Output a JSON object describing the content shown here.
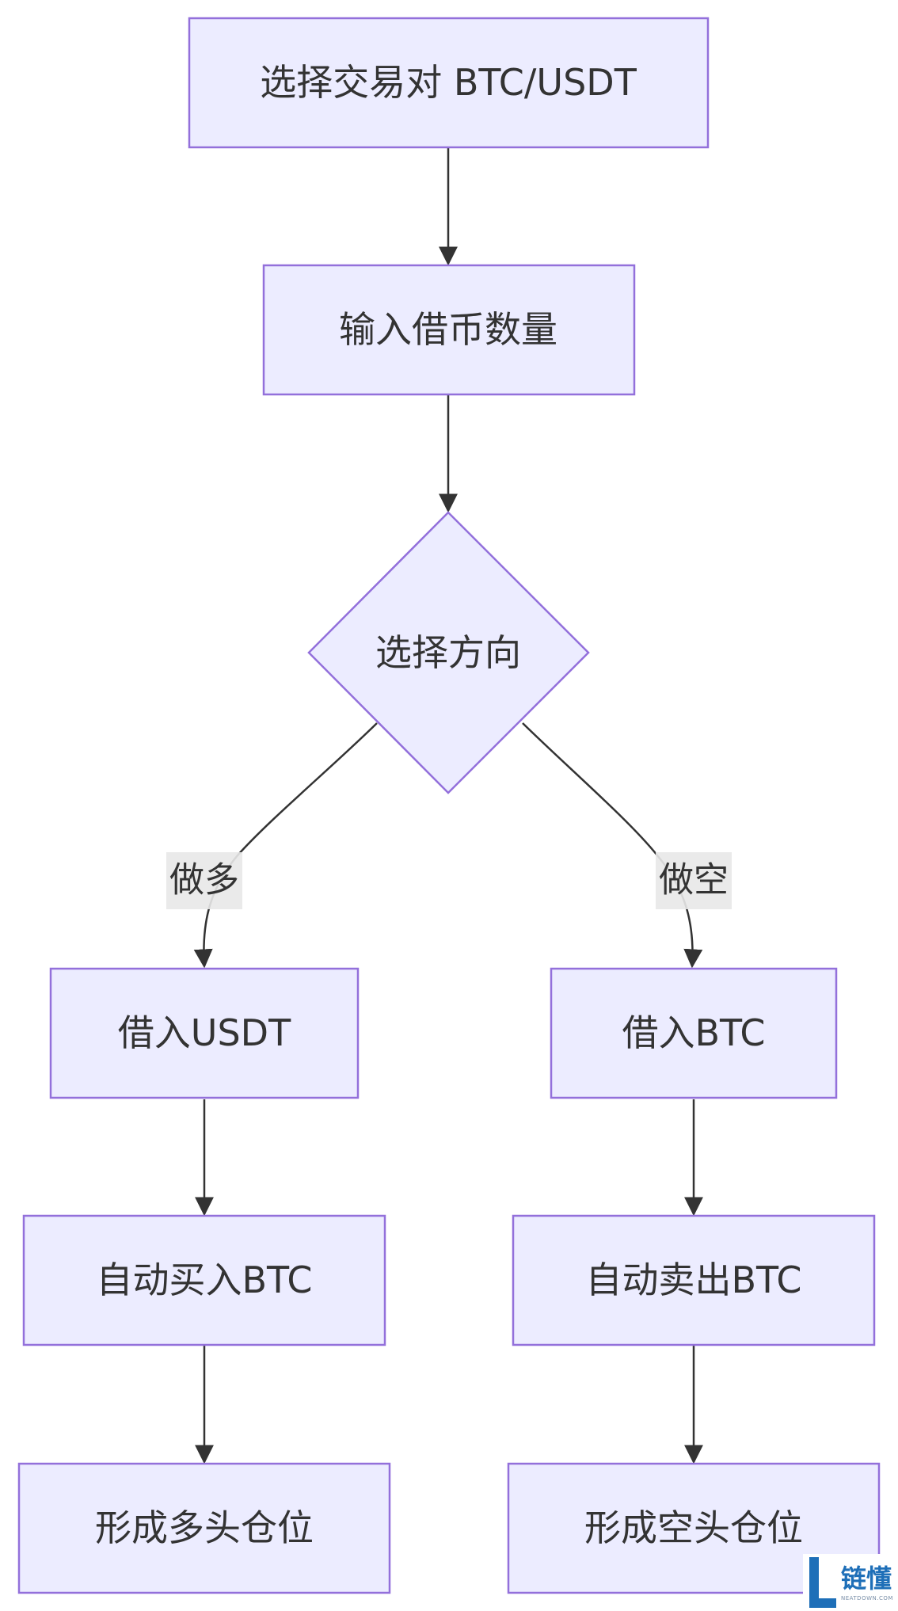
{
  "diagram": {
    "nodes": {
      "select_pair": "选择交易对 BTC/USDT",
      "input_amount": "输入借币数量",
      "choose_direction": "选择方向",
      "borrow_usdt": "借入USDT",
      "auto_buy": "自动买入BTC",
      "long_position": "形成多头仓位",
      "borrow_btc": "借入BTC",
      "auto_sell": "自动卖出BTC",
      "short_position": "形成空头仓位"
    },
    "edge_labels": {
      "long": "做多",
      "short": "做空"
    }
  },
  "watermark": {
    "name": "链懂",
    "domain": "NEATDOWN.COM"
  },
  "colors": {
    "node_fill": "#ECECFF",
    "node_stroke": "#9370DB",
    "edge": "#333333",
    "text": "#333333"
  }
}
